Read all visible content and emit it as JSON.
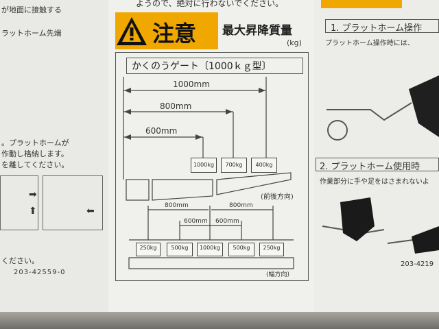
{
  "left_panel": {
    "line1": "が地面に接触する",
    "line2": "ラットホーム先端",
    "step_line1": "。プラットホームが",
    "step_line2": "作動し格納します。",
    "step_line3": "を離してください。",
    "bottom_line": "ください。",
    "code": "203-42559-0"
  },
  "center_panel": {
    "top_text": "ようので、絶対に行わないでください。",
    "caution_label": "注意",
    "max_label": "最大昇降質量",
    "unit": "(kg)",
    "type_label": "かくのうゲート〔1000ｋｇ型〕",
    "dims": [
      "1000mm",
      "800mm",
      "600mm"
    ],
    "weights_side": [
      "1000kg",
      "700kg",
      "400kg"
    ],
    "direction_front": "(前後方向)",
    "spacing_top": [
      "800mm",
      "800mm"
    ],
    "spacing_inner": [
      "600mm",
      "600mm"
    ],
    "weights_width": [
      "250kg",
      "500kg",
      "1000kg",
      "500kg",
      "250kg"
    ],
    "direction_width": "(幅方向)"
  },
  "right_panel": {
    "item1": "1. プラットホーム操作",
    "item1_sub": "プラットホーム操作時には、",
    "item2": "2. プラットホーム使用時",
    "item2_sub": "作業部分に手や足をはさまれないよ",
    "code": "203-4219"
  },
  "colors": {
    "warning": "#f0a800",
    "sticker": "#efefeb",
    "ink": "#333333"
  },
  "icons": [
    "warning-triangle-icon",
    "arrow-right-icon",
    "arrow-left-icon",
    "arrow-up-icon",
    "hand-icon",
    "foot-icon"
  ]
}
